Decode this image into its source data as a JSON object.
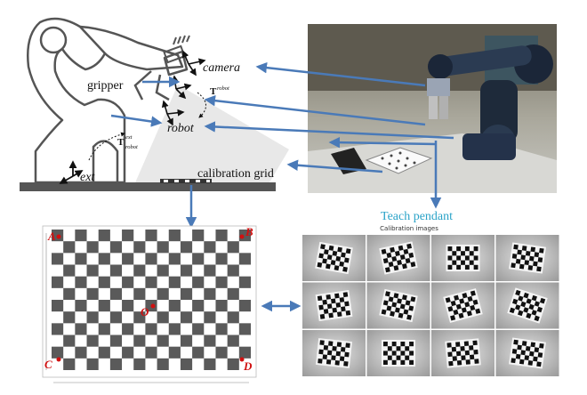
{
  "labels": {
    "camera": "camera",
    "gripper": "gripper",
    "robot": "robot",
    "ext": "ext",
    "calibration_grid": "calibration grid",
    "teach_pendant": "Teach pendant",
    "calibration_images": "Calibration images",
    "t_robot_sup": "robot",
    "t_ext_sup": "ext",
    "t_ext_sub": "robot",
    "t_letter": "T"
  },
  "grid_points": {
    "A": "A",
    "B": "B",
    "C": "C",
    "D": "D",
    "O": "O"
  },
  "colors": {
    "arrow": "#4a7ab8",
    "teach_pendant_text": "#2aa3c8",
    "corner_marker": "#d01010",
    "checker_dark": "#5a5a5a",
    "checker_light": "#ffffff",
    "robot_outline": "#555555",
    "base_plate": "#555555"
  },
  "checkerboard": {
    "rows": 12,
    "cols": 17
  },
  "thumbnails": {
    "rows": 3,
    "cols": 4,
    "tilts_deg": [
      10,
      -12,
      0,
      8,
      -8,
      12,
      -15,
      18,
      6,
      0,
      -5,
      8
    ]
  },
  "icons": {
    "robot_arm": "robot-arm-icon",
    "camera": "camera-icon",
    "gripper": "gripper-icon"
  }
}
